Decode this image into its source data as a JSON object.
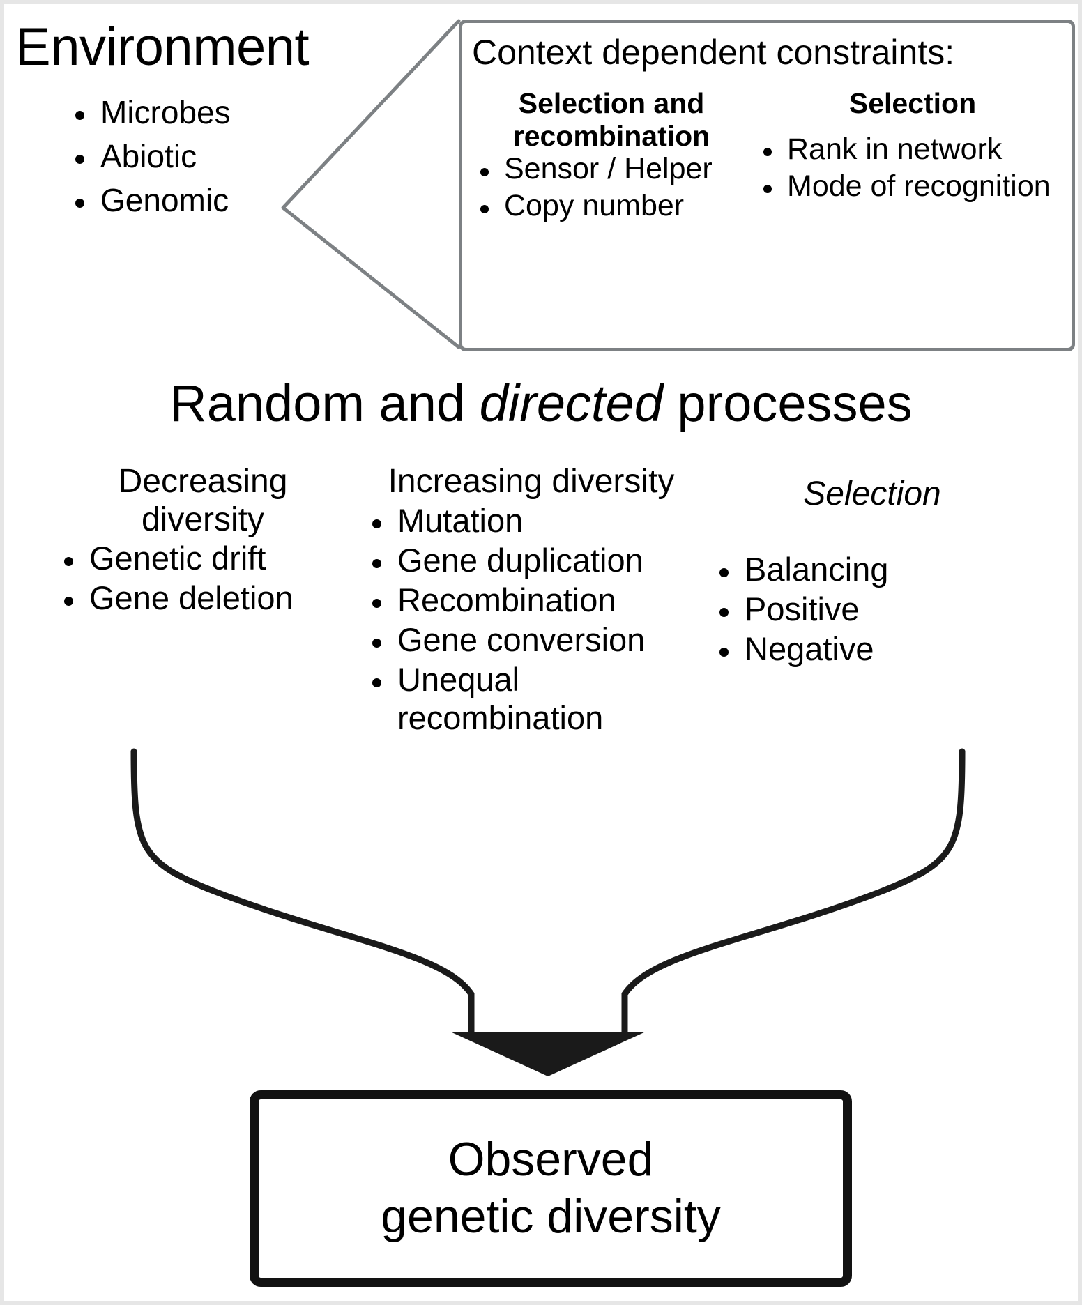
{
  "environment": {
    "title": "Environment",
    "items": [
      "Microbes",
      "Abiotic",
      "Genomic"
    ]
  },
  "callout": {
    "title": "Context dependent constraints:",
    "columns": [
      {
        "heading": "Selection and recombination",
        "items": [
          "Sensor / Helper",
          "Copy number"
        ]
      },
      {
        "heading": "Selection",
        "items": [
          "Rank in network",
          "Mode of recognition"
        ]
      }
    ]
  },
  "processes": {
    "heading_part1": "Random and ",
    "heading_italic": "directed",
    "heading_part2": " processes",
    "columns": [
      {
        "heading": "Decreasing diversity",
        "italic": false,
        "items": [
          "Genetic drift",
          "Gene deletion"
        ]
      },
      {
        "heading": "Increasing diversity",
        "italic": false,
        "items": [
          "Mutation",
          "Gene duplication",
          "Recombination",
          "Gene conversion",
          "Unequal recombination"
        ]
      },
      {
        "heading": "Selection",
        "italic": true,
        "items": [
          "Balancing",
          "Positive",
          "Negative"
        ]
      }
    ]
  },
  "result": {
    "text": "Observed\ngenetic diversity"
  },
  "colors": {
    "callout_border": "#7d8184",
    "result_border": "#121212",
    "text": "#000000",
    "background": "#ffffff",
    "page_border": "#e6e6e6",
    "brace": "#1a1a1a"
  }
}
